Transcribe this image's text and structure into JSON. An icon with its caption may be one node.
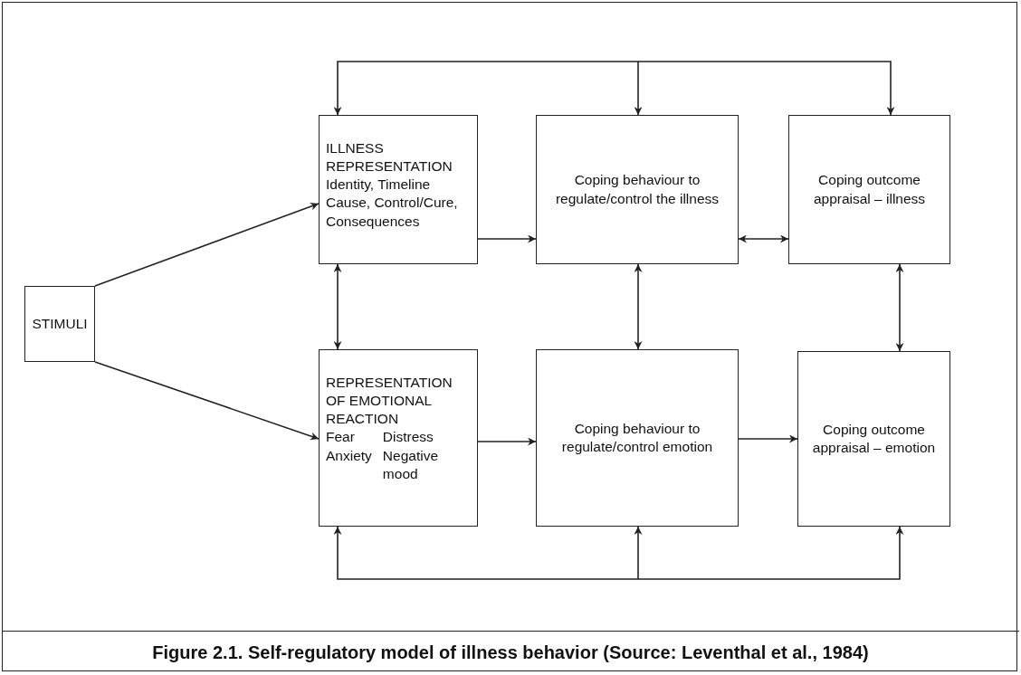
{
  "diagram": {
    "caption": "Figure 2.1. Self-regulatory model of illness behavior (Source: Leventhal et al., 1984)",
    "nodes": [
      {
        "text": [
          "STIMULI"
        ]
      },
      {
        "text": [
          "ILLNESS REPRESENTATION",
          "Identity, Timeline Cause, Control/Cure, Consequences"
        ]
      },
      {
        "text": [
          "Coping behaviour to regulate/control the illness"
        ]
      },
      {
        "text": [
          "Coping outcome appraisal – illness"
        ]
      },
      {
        "text": [
          "REPRESENTATION OF EMOTIONAL REACTION",
          "Fear",
          "Distress",
          "Anxiety",
          "Negative mood"
        ]
      },
      {
        "text": [
          "Coping behaviour to regulate/control emotion"
        ]
      },
      {
        "text": [
          "Coping outcome appraisal – emotion"
        ]
      }
    ],
    "edges": [
      {
        "from": 0,
        "to": 1,
        "arrow": "to"
      },
      {
        "from": 0,
        "to": 4,
        "arrow": "to"
      },
      {
        "from": 1,
        "to": 2,
        "arrow": "to"
      },
      {
        "from": 2,
        "to": 3,
        "arrow": "both"
      },
      {
        "from": 1,
        "to": 4,
        "arrow": "both"
      },
      {
        "from": 2,
        "to": 5,
        "arrow": "both"
      },
      {
        "from": 3,
        "to": 6,
        "arrow": "both"
      },
      {
        "from": 4,
        "to": 5,
        "arrow": "to"
      },
      {
        "from": 5,
        "to": 6,
        "arrow": "to"
      },
      {
        "from": null,
        "to": 1,
        "arrow": "to"
      },
      {
        "from": null,
        "to": 2,
        "arrow": "to"
      },
      {
        "from": null,
        "to": 3,
        "arrow": "to"
      },
      {
        "from": null,
        "to": 4,
        "arrow": "to"
      },
      {
        "from": null,
        "to": 5,
        "arrow": "to"
      },
      {
        "from": null,
        "to": 6,
        "arrow": "to"
      }
    ]
  }
}
